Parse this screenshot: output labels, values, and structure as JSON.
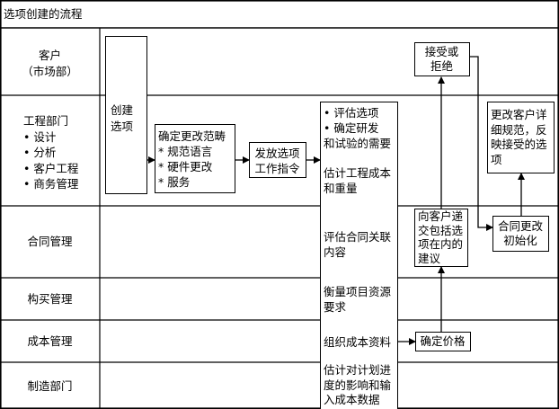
{
  "title": "选项创建的流程",
  "lanes": [
    {
      "id": "customer",
      "label": "客户\n（市场部）"
    },
    {
      "id": "engineering",
      "label": "工程部门\n• 设计\n• 分析\n• 客户工程\n• 商务管理"
    },
    {
      "id": "contract",
      "label": "合同管理"
    },
    {
      "id": "procurement",
      "label": "构买管理"
    },
    {
      "id": "cost",
      "label": "成本管理"
    },
    {
      "id": "manufacturing",
      "label": "制造部门"
    }
  ],
  "boxes": {
    "create_option": "创建\n选项",
    "scope": "确定更改范畴\n* 规范语言\n* 硬件更改\n* 服务",
    "issue": "发放选项\n工作指令",
    "eval_col": {
      "e1": "• 评估选项\n• 确定研发\n和试验的需要",
      "e2": "估计工程成本\n和重量",
      "e3": "评估合同关联\n内容",
      "e4": "衡量项目资源\n要求",
      "e5": "组织成本资料",
      "e6": "估计对计划进\n度的影响和输\n入成本数据"
    },
    "accept": "接受或\n拒绝",
    "propose": "向客户递\n交包括选\n项在内的\n建议",
    "price": "确定价格",
    "update_spec": "更改客户详\n细规范，反\n映接受的选\n项",
    "contract_init": "合同更改\n初始化"
  }
}
